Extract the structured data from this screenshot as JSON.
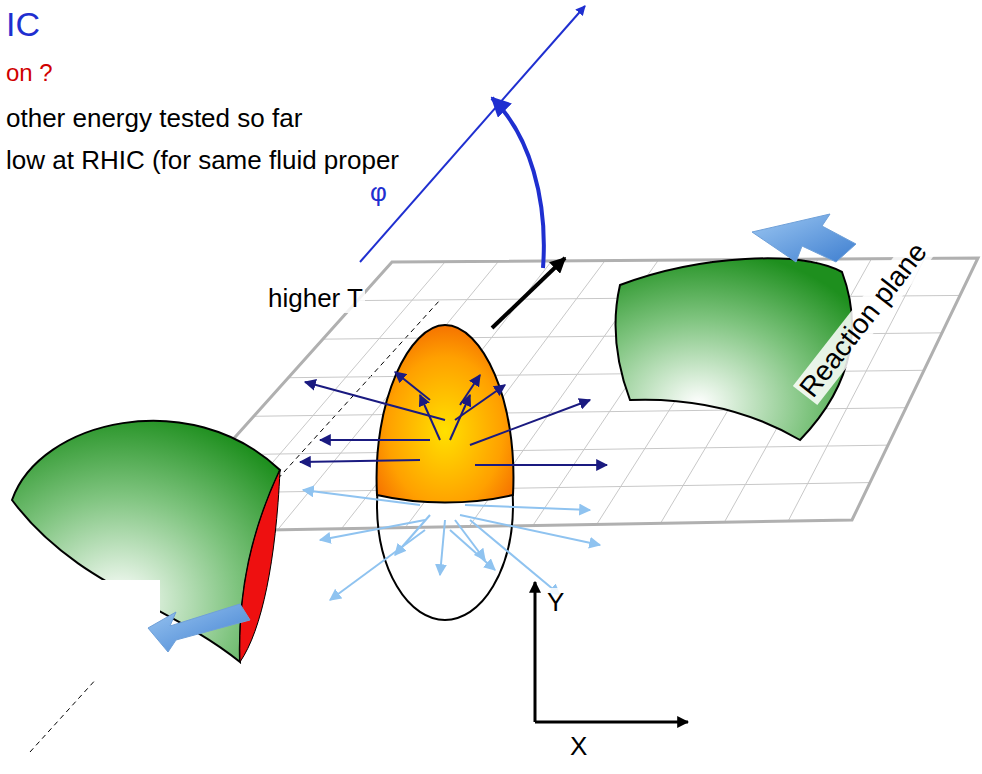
{
  "diagram": {
    "labels": [
      "IC",
      "on ?",
      "other energy tested so far",
      "low at RHIC (for same fluid proper",
      "higher T",
      "φ",
      "Reaction plane",
      "Y",
      "X"
    ]
  }
}
